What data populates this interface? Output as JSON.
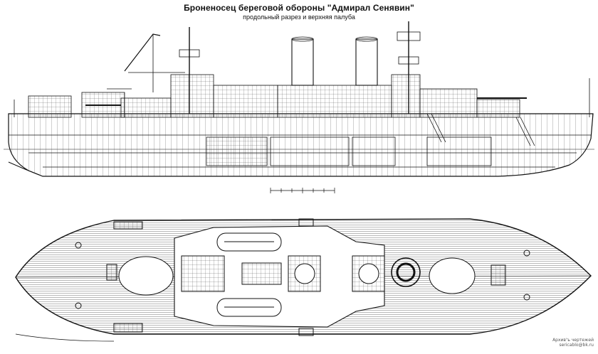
{
  "drawing": {
    "title": "Броненосец береговой обороны \"Адмирал Сенявин\"",
    "subtitle": "продольный разрез и верхняя палуба"
  },
  "watermark": {
    "line1": "Архив'ъ чертежей",
    "line2": "sericablo@bk.ru"
  },
  "colors": {
    "ink": "#111111",
    "paper": "#ffffff",
    "hatch": "#7a7a7a"
  }
}
